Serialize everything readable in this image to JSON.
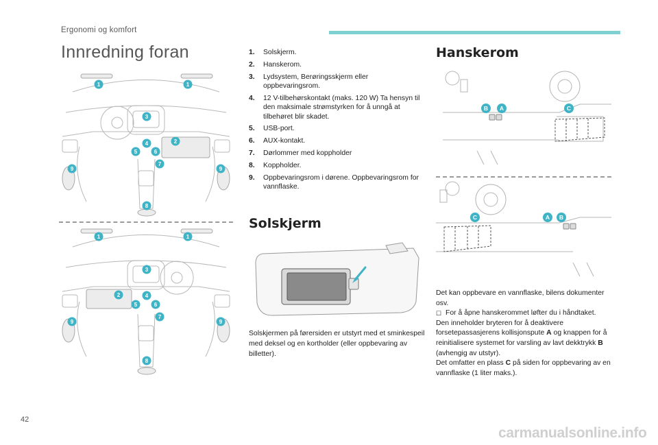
{
  "header": {
    "section": "Ergonomi og komfort",
    "accent_color": "#7fd0d0"
  },
  "page_title": "Innredning foran",
  "diagram_badges": [
    "1",
    "1",
    "3",
    "2",
    "4",
    "5",
    "6",
    "7",
    "9",
    "9",
    "8"
  ],
  "list": [
    {
      "num": "1.",
      "text": "Solskjerm."
    },
    {
      "num": "2.",
      "text": "Hanskerom."
    },
    {
      "num": "3.",
      "text": "Lydsystem, Berøringsskjerm eller oppbevaringsrom."
    },
    {
      "num": "4.",
      "text": "12 V-tilbehørskontakt (maks. 120 W) Ta hensyn til den maksimale strømstyrken for å unngå at tilbehøret blir skadet."
    },
    {
      "num": "5.",
      "text": "USB-port."
    },
    {
      "num": "6.",
      "text": "AUX-kontakt."
    },
    {
      "num": "7.",
      "text": "Dørlommer med koppholder"
    },
    {
      "num": "8.",
      "text": "Koppholder."
    },
    {
      "num": "9.",
      "text": "Oppbevaringsrom i dørene. Oppbevaringsrom for vannflaske."
    }
  ],
  "solskjerm": {
    "heading": "Solskjerm",
    "text": "Solskjermen på førersiden er utstyrt med et sminkespeil med deksel og en kortholder (eller oppbevaring av billetter)."
  },
  "hanskerom": {
    "heading": "Hanskerom",
    "badges_top": [
      "B",
      "A",
      "C"
    ],
    "badges_bottom": [
      "C",
      "A",
      "B"
    ],
    "p1": "Det kan oppbevare en vannflaske, bilens dokumenter osv.",
    "bullet": "For å åpne hanskerommet løfter du i håndtaket.",
    "p2_a": "Den inneholder bryteren for å deaktivere forsetepassasjerens kollisjonspute ",
    "p2_b": "A",
    "p2_c": " og knappen for å reinitialisere systemet for varsling av lavt dekktrykk ",
    "p2_d": "B",
    "p2_e": " (avhengig av utstyr).",
    "p3_a": "Det omfatter en plass ",
    "p3_b": "C",
    "p3_c": " på siden for oppbevaring av en vannflaske (1 liter maks.)."
  },
  "page_number": "42",
  "watermark": "carmanualsonline.info",
  "badge_color": "#3fb4c6"
}
